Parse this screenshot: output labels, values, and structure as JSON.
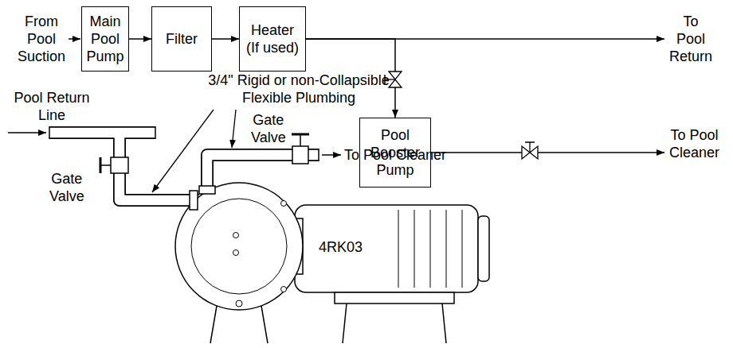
{
  "diagram": {
    "nodes": [
      {
        "text": [
          "Main Pool Pump"
        ]
      },
      {
        "text": [
          "Filter"
        ]
      },
      {
        "text": [
          "Heater (If used)"
        ]
      },
      {
        "text": [
          "Pool Booster Pump"
        ]
      }
    ],
    "edges": [
      {
        "from": 0,
        "to": 1,
        "arrow": "to"
      },
      {
        "from": 1,
        "to": 2,
        "arrow": "to"
      },
      {
        "from": 2,
        "to": 3,
        "arrow": "to"
      }
    ],
    "labels": [
      "From Pool Suction",
      "To Pool Return",
      "To Pool Cleaner",
      "3/4\" Rigid or non-Collapsible Flexible Plumbing",
      "Gate Valve",
      "To Pool Cleaner",
      "Pool Return Line",
      "Gate Valve",
      "4RK03"
    ]
  }
}
